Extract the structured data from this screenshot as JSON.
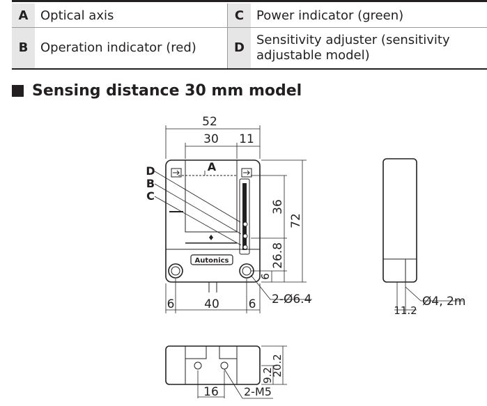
{
  "legend": {
    "rows": [
      [
        {
          "key": "A",
          "label": "Optical axis"
        },
        {
          "key": "C",
          "label": "Power indicator (green)"
        }
      ],
      [
        {
          "key": "B",
          "label": "Operation indicator (red)"
        },
        {
          "key": "D",
          "label": "Sensitivity adjuster (sensitivity adjustable model)"
        }
      ]
    ]
  },
  "section_title": "Sensing distance 30 mm model",
  "front_view": {
    "dim_total_width": "52",
    "dim_window_width": "30",
    "dim_adjust_width": "11",
    "dim_height": "72",
    "dim_upper": "36",
    "dim_lower": "26.8",
    "dim_hole_offset": "6",
    "dim_left_margin": "6",
    "dim_hole_pitch": "40",
    "dim_right_margin": "6",
    "holes_label": "2-Ø6.4",
    "callout_a": "A",
    "callout_b": "B",
    "callout_c": "C",
    "callout_d": "D",
    "brand": "Autonics"
  },
  "side_view": {
    "cable_label": "Ø4, 2m",
    "dim_cable": "11.2"
  },
  "bottom_view": {
    "dim_pitch": "16",
    "taps_label": "2-M5",
    "dim_h1": "9.2",
    "dim_h2": "20.2"
  }
}
